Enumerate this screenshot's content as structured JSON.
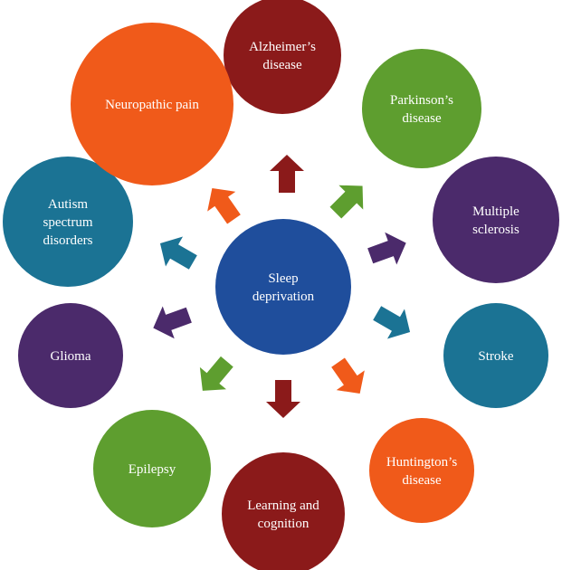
{
  "center": {
    "lines": [
      "Sleep",
      "deprivation"
    ],
    "color": "#1f4e9c"
  },
  "nodes": [
    {
      "id": "alzheimers",
      "lines": [
        "Alzheimer’s",
        "disease"
      ],
      "color": "#8b1a1a"
    },
    {
      "id": "parkinsons",
      "lines": [
        "Parkinson’s",
        "disease"
      ],
      "color": "#5e9e2f"
    },
    {
      "id": "multiple-sclerosis",
      "lines": [
        "Multiple",
        "sclerosis"
      ],
      "color": "#4b2a6b"
    },
    {
      "id": "stroke",
      "lines": [
        "Stroke"
      ],
      "color": "#1b7394"
    },
    {
      "id": "huntingtons",
      "lines": [
        "Huntington’s",
        "disease"
      ],
      "color": "#f05a1a"
    },
    {
      "id": "learning-cognition",
      "lines": [
        "Learning and",
        "cognition"
      ],
      "color": "#8b1a1a"
    },
    {
      "id": "epilepsy",
      "lines": [
        "Epilepsy"
      ],
      "color": "#5e9e2f"
    },
    {
      "id": "glioma",
      "lines": [
        "Glioma"
      ],
      "color": "#4b2a6b"
    },
    {
      "id": "autism",
      "lines": [
        "Autism",
        "spectrum",
        "disorders"
      ],
      "color": "#1b7394"
    },
    {
      "id": "neuropathic-pain",
      "lines": [
        "Neuropathic pain"
      ],
      "color": "#f05a1a"
    }
  ]
}
